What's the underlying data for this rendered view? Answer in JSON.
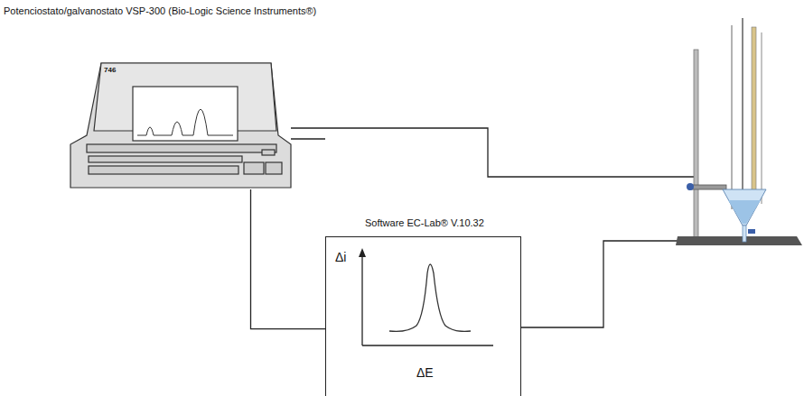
{
  "diagram": {
    "title": "Potenciostato/galvanostato VSP-300 (Bio-Logic Science Instruments®)",
    "nodes": [
      {
        "text": [
          "746"
        ]
      },
      {
        "text": [
          "Software EC-Lab® V.10.32",
          "Δi",
          "ΔE"
        ]
      }
    ],
    "edges": [
      {
        "from": 0,
        "to": 1,
        "arrow": "none"
      }
    ]
  }
}
